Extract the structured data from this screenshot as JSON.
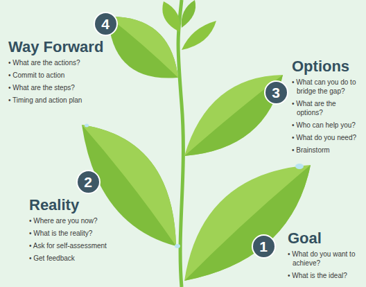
{
  "diagram": {
    "nodes": [
      {
        "text": [
          "4"
        ]
      },
      {
        "text": [
          "3"
        ]
      },
      {
        "text": [
          "2"
        ]
      },
      {
        "text": [
          "1"
        ]
      }
    ],
    "labels": [
      "Way Forward",
      "• What are the actions?",
      "• Commit to action",
      "• What are the steps?",
      "• Timing and action plan",
      "Options",
      "• What can you do to bridge the gap?",
      "• What are the options?",
      "• Who can help you?",
      "• What do you need?",
      "• Brainstorm",
      "Reality",
      "• Where are you now?",
      "• What is the reality?",
      "• Ask for self-assessment",
      "• Get feedback",
      "Goal",
      "• What do you want to achieve?",
      "• What is the ideal?"
    ]
  }
}
